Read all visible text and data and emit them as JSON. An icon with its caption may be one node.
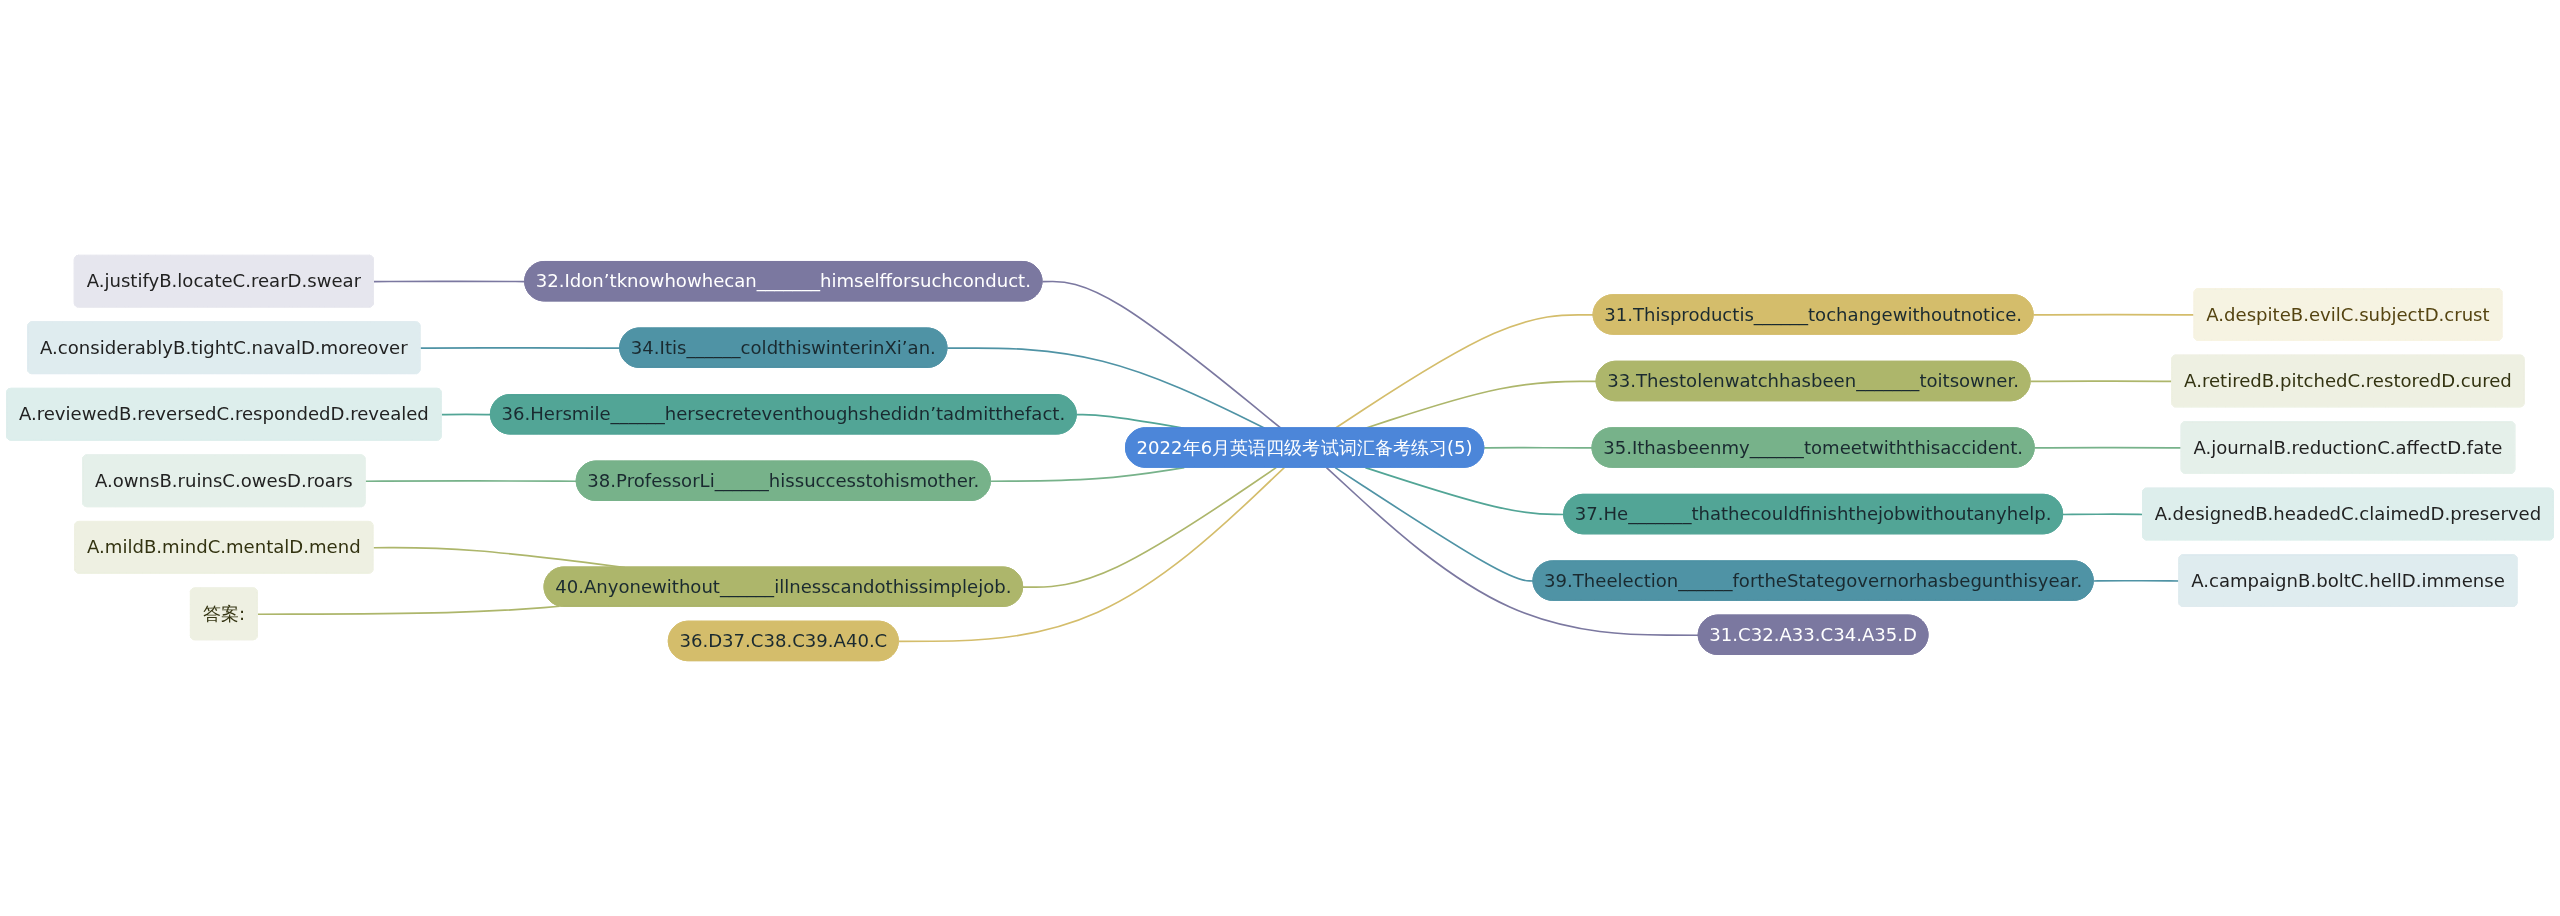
{
  "diagram": {
    "nodes": [
      {
        "text": [
          "2022年6月英语四级考试词汇备考练习(5)"
        ]
      },
      {
        "text": [
          "32.Idon’tknowhowhecan_______himselfforsuchconduct."
        ]
      },
      {
        "text": [
          "A.justifyB.locateC.rearD.swear"
        ]
      },
      {
        "text": [
          "34.Itis______coldthiswinterinXi’an."
        ]
      },
      {
        "text": [
          "A.considerablyB.tightC.navalD.moreover"
        ]
      },
      {
        "text": [
          "36.Hersmile______hersecreteventhoughshedidn’tadmitthefact."
        ]
      },
      {
        "text": [
          "A.reviewedB.reversedC.respondedD.revealed"
        ]
      },
      {
        "text": [
          "38.ProfessorLi______hissuccesstohismother."
        ]
      },
      {
        "text": [
          "A.ownsB.ruinsC.owesD.roars"
        ]
      },
      {
        "text": [
          "40.Anyonewithout______illnesscandothissimplejob."
        ]
      },
      {
        "text": [
          "A.mildB.mindC.mentalD.mend"
        ]
      },
      {
        "text": [
          "答案:"
        ]
      },
      {
        "text": [
          "36.D37.C38.C39.A40.C"
        ]
      },
      {
        "text": [
          "31.Thisproductis______tochangewithoutnotice."
        ]
      },
      {
        "text": [
          "A.despiteB.evilC.subjectD.crust"
        ]
      },
      {
        "text": [
          "33.Thestolenwatchhasbeen_______toitsowner."
        ]
      },
      {
        "text": [
          "A.retiredB.pitchedC.restoredD.cured"
        ]
      },
      {
        "text": [
          "35.Ithasbeenmy______tomeetwiththisaccident."
        ]
      },
      {
        "text": [
          "A.journalB.reductionC.affectD.fate"
        ]
      },
      {
        "text": [
          "37.He_______thathecouldfinishthejobwithoutanyhelp."
        ]
      },
      {
        "text": [
          "A.designedB.headedC.claimedD.preserved"
        ]
      },
      {
        "text": [
          "39.Theelection______fortheStategovernorhasbegunthisyear."
        ]
      },
      {
        "text": [
          "A.campaignB.boltC.hellD.immense"
        ]
      },
      {
        "text": [
          "31.C32.A33.C34.A35.D"
        ]
      }
    ],
    "edges": [
      {
        "from": 1,
        "to": 0,
        "arrow": "none",
        "color": "#7b78a0"
      },
      {
        "from": 2,
        "to": 1,
        "arrow": "none",
        "color": "#7b78a0"
      },
      {
        "from": 3,
        "to": 0,
        "arrow": "none",
        "color": "#4f93a5"
      },
      {
        "from": 4,
        "to": 3,
        "arrow": "none",
        "color": "#4f93a5"
      },
      {
        "from": 5,
        "to": 0,
        "arrow": "none",
        "color": "#52a596"
      },
      {
        "from": 6,
        "to": 5,
        "arrow": "none",
        "color": "#52a596"
      },
      {
        "from": 7,
        "to": 0,
        "arrow": "none",
        "color": "#77b28a"
      },
      {
        "from": 8,
        "to": 7,
        "arrow": "none",
        "color": "#77b28a"
      },
      {
        "from": 9,
        "to": 0,
        "arrow": "none",
        "color": "#adb66b"
      },
      {
        "from": 10,
        "to": 9,
        "arrow": "none",
        "color": "#adb66b"
      },
      {
        "from": 11,
        "to": 9,
        "arrow": "none",
        "color": "#adb66b"
      },
      {
        "from": 12,
        "to": 0,
        "arrow": "none",
        "color": "#d4bd6b"
      },
      {
        "from": 0,
        "to": 13,
        "arrow": "none",
        "color": "#d4bd6b"
      },
      {
        "from": 13,
        "to": 14,
        "arrow": "none",
        "color": "#d4bd6b"
      },
      {
        "from": 0,
        "to": 15,
        "arrow": "none",
        "color": "#adb66b"
      },
      {
        "from": 15,
        "to": 16,
        "arrow": "none",
        "color": "#adb66b"
      },
      {
        "from": 0,
        "to": 17,
        "arrow": "none",
        "color": "#77b28a"
      },
      {
        "from": 17,
        "to": 18,
        "arrow": "none",
        "color": "#77b28a"
      },
      {
        "from": 0,
        "to": 19,
        "arrow": "none",
        "color": "#52a596"
      },
      {
        "from": 19,
        "to": 20,
        "arrow": "none",
        "color": "#52a596"
      },
      {
        "from": 0,
        "to": 21,
        "arrow": "none",
        "color": "#4f93a5"
      },
      {
        "from": 21,
        "to": 22,
        "arrow": "none",
        "color": "#4f93a5"
      },
      {
        "from": 0,
        "to": 23,
        "arrow": "none",
        "color": "#7b78a0"
      }
    ]
  }
}
